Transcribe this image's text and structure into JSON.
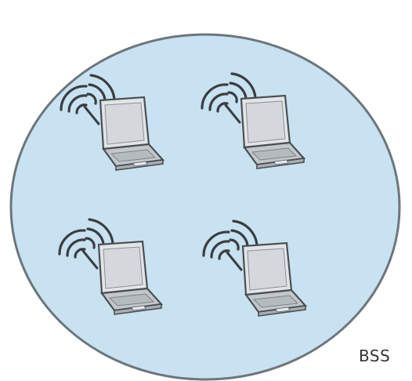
{
  "diagram": {
    "label": "BSS",
    "colors": {
      "area_fill": "#c9e2f1",
      "area_stroke": "#6c767c",
      "laptop_body": "#c3c7cc",
      "laptop_screen": "#e2e5e8",
      "laptop_outline": "#4a4f54",
      "signal": "#3a3e42"
    },
    "nodes": [
      {
        "id": "laptop-1",
        "icon": "laptop-icon",
        "signal_icon": "wireless-signal-icon"
      },
      {
        "id": "laptop-2",
        "icon": "laptop-icon",
        "signal_icon": "wireless-signal-icon"
      },
      {
        "id": "laptop-3",
        "icon": "laptop-icon",
        "signal_icon": "wireless-signal-icon"
      },
      {
        "id": "laptop-4",
        "icon": "laptop-icon",
        "signal_icon": "wireless-signal-icon"
      }
    ]
  }
}
